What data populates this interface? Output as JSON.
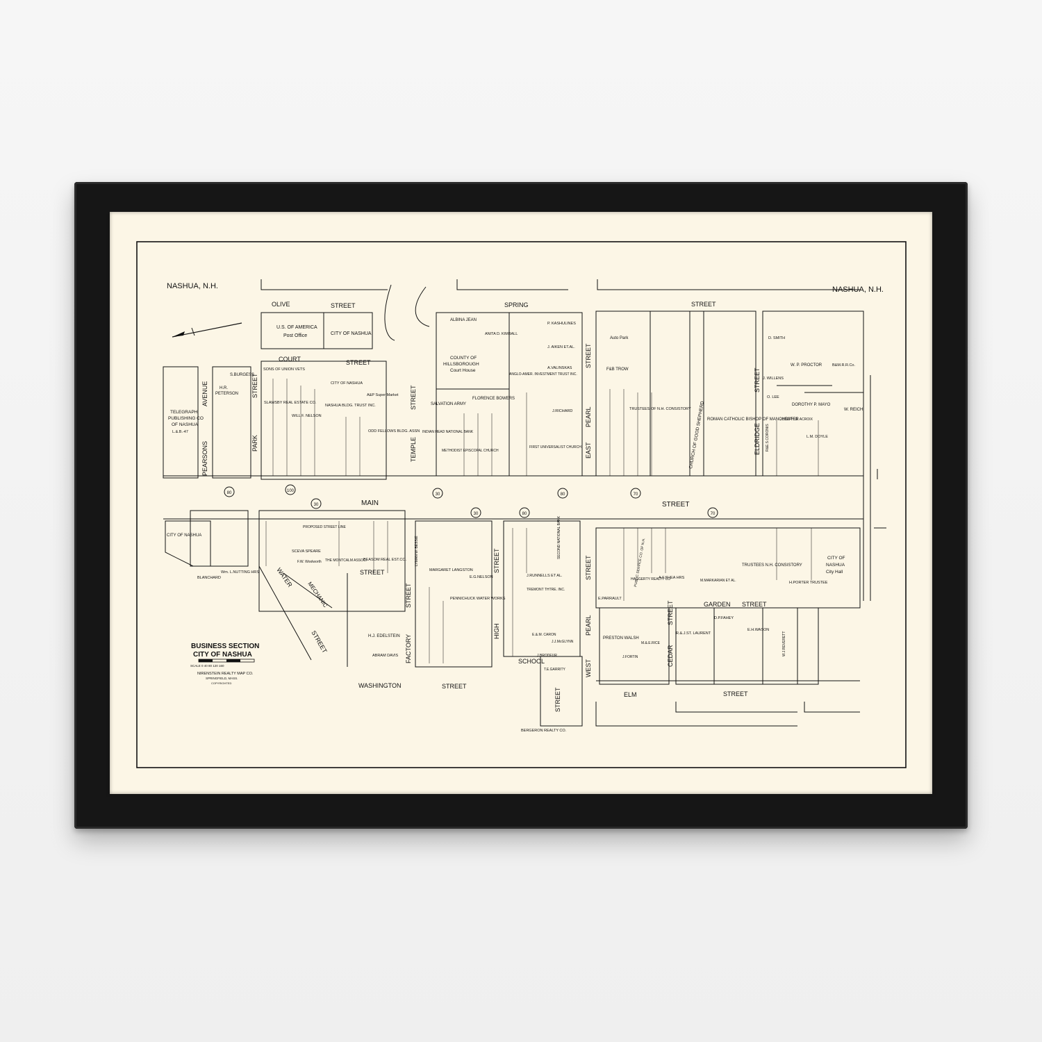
{
  "header": {
    "left_title": "NASHUA, N.H.",
    "right_title": "NASHUA, N.H."
  },
  "legend": {
    "title_1": "BUSINESS SECTION",
    "title_2": "CITY OF NASHUA",
    "scale_label": "SCALE 0  40  80  120  160",
    "publisher": "NIRENSTEIN REALTY MAP CO.",
    "city": "SPRINGFIELD,   MASS.",
    "copyright": "COPYRIGHTED"
  },
  "streets": {
    "olive": "OLIVE",
    "olive_street": "STREET",
    "spring": "SPRING",
    "spring_street": "STREET",
    "court": "COURT",
    "court_street": "STREET",
    "avenue": "AVENUE",
    "pearsons": "PEARSONS",
    "park": "PARK",
    "park_street": "STREET",
    "temple": "TEMPLE",
    "temple_street": "STREET",
    "east": "EAST",
    "pearl": "PEARL",
    "pearl_street": "STREET",
    "eldridge": "ELDRIDGE",
    "eldridge_street": "STREET",
    "main": "MAIN",
    "main_street": "STREET",
    "water": "WATER",
    "water_street": "STREET",
    "mechanic": "MECHANIC",
    "factory": "FACTORY",
    "factory_street": "STREET",
    "high": "HIGH",
    "high_street": "STREET",
    "school": "SCHOOL",
    "school_street": "STREET",
    "west": "WEST",
    "west_pearl": "PEARL",
    "west_street": "STREET",
    "garden": "GARDEN",
    "garden_street": "STREET",
    "cedar": "CEDAR",
    "cedar_street": "STREET",
    "elm": "ELM",
    "elm_street": "STREET",
    "washington": "WASHINGTON",
    "washington_street": "STREET",
    "lower_street": "STREET"
  },
  "owners": {
    "post_office_1": "U.S. OF AMERICA",
    "post_office_2": "Post Office",
    "city_nashua": "CITY OF NASHUA",
    "telegraph_1": "TELEGRAPH",
    "telegraph_2": "PUBLISHING CO",
    "telegraph_3": "OF NASHUA",
    "telegraph_4": "L.&.B.-47",
    "sburgess": "S.BURGESS",
    "hr_peterson_1": "H.R.",
    "hr_peterson_2": "PETERSON",
    "sons_union": "SONS OF UNION VETS",
    "slawsby": "SLAWSBY REAL ESTATE CO.",
    "will_nelson": "WILL F. NELSON",
    "nashua_bldg": "NASHUA BLDG. TRUST INC.",
    "odd_fellows": "ODD FELLOWS BLDG. ASSN",
    "ap_super": "A&P Super Market",
    "city_nashua_2": "CITY OF NASHUA",
    "albina_jean": "ALBINA JEAN",
    "county_1": "COUNTY OF",
    "county_2": "HILLSBOROUGH",
    "county_3": "Court House",
    "anita_kimball": "ANITA D. KIMBALL",
    "kashulines": "P. KASHULINES",
    "aiken": "J. AIKEN ET.AL.",
    "valinskas": "A.VALINSKAS",
    "anglo_amer": "ANGLO-AMER. INVESTMENT TRUST INC.",
    "salvation": "SALVATION ARMY",
    "florence": "FLORENCE BOWERS",
    "indian_head": "INDIAN HEAD NATIONAL BANK",
    "methodist": "METHODIST EPISCOPAL CHURCH",
    "richard": "J.RICHARD",
    "universalist": "FIRST UNIVERSALIST CHURCH",
    "auto_park": "Auto Park",
    "fb_trow": "F&B TROW",
    "trustees_nh": "TRUSTEES OF N.H. CONSISTORY",
    "good_shepherd": "CHURCH OF GOOD SHEPHERD",
    "roman_catholic": "ROMAN CATHOLIC BISHOP OF MANCHESTER",
    "smith": "D. SMITH",
    "willens": "J. WILLENS",
    "proctor": "W. P. PROCTOR",
    "bm_rr": "B&M.R.R.Co.",
    "lee": "O. LEE",
    "mayo": "DOROTHY P. MAYO",
    "reich": "W. REICH",
    "acroix": "JOSEPH G. ACROIX",
    "doyle": "L.M. DOYLE",
    "corondis": "R&E.S.CORONIS",
    "city_nashua_3": "CITY OF NASHUA",
    "blanchard": "BLANCHARD",
    "nutting": "Wm. L.NUTTING HRS",
    "speare": "SCEVA SPEARE",
    "woolworth": "F.W. Woolworth",
    "montcalm": "THE MONTCALM ASSOC.",
    "beasom": "BEASOM REAL EST.CO.",
    "proposed_line": "PROPOSED STREET LINE",
    "edelstein": "H.J. EDELSTEIN",
    "abram_davis": "ABRAM DAVIS",
    "bessie": "LYMAN W. BESSIE",
    "langston": "MARGARET LANGSTON",
    "nelson": "E.G.NELSON",
    "pennichuck": "PENNICHUCK WATER WORKS",
    "second_bank": "SECOND NATIONAL BANK",
    "runnells": "J.RUNNELLS ET AL.",
    "tremont": "TREMONT THTRE. INC.",
    "brodeur": "J.BRODEUR",
    "caron": "E.&.M. CARON",
    "mcglynn": "J.J.McGLYNN",
    "garrity": "T.E.GARRITY",
    "bergeron": "BERGERON REALTY CO.",
    "public_service": "PUBLIC SERVICE CO. OF N.H.",
    "haggerty": "HAGGERTY REALTY CO",
    "af_shea": "A.F.SHEA HRS",
    "markarian": "M.MARKARIAN ET AL.",
    "trustees_2": "TRUSTEES N.H. CONSISTORY",
    "porter": "H.PORTER TRUSTEE",
    "city_hall_1": "CITY OF",
    "city_hall_2": "NASHUA",
    "city_hall_3": "City Hall",
    "parrault": "E.PARRAULT",
    "preston": "PRESTON WALSH",
    "laurent": "R.&.J.ST. LAURENT",
    "fahey": "D.P.FAHEY",
    "wason": "E.H.WASON",
    "reverett": "W.J.REVERETT",
    "fortin": "J.FORTIN",
    "rice": "M.&.E.RICE"
  },
  "route_markers": [
    "80",
    "100",
    "30",
    "30",
    "30",
    "80",
    "80",
    "70",
    "70"
  ],
  "colors": {
    "paper": "#fcf6e6",
    "ink": "#111111",
    "frame": "#151515",
    "wall": "#f2f2f2"
  }
}
